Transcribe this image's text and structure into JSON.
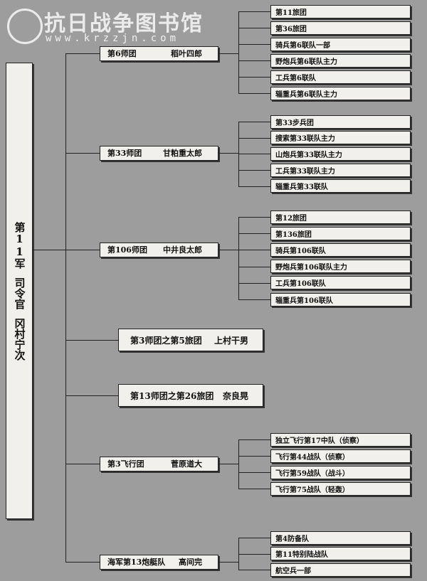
{
  "root": {
    "army": "第11军",
    "title": "司令官",
    "commander": "冈村宁次"
  },
  "units": [
    {
      "name": "第6师团",
      "commander": "稻叶四郎",
      "subs": [
        "第11旅团",
        "第36旅团",
        "骑兵第6联队一部",
        "野炮兵第6联队主力",
        "工兵第6联队",
        "辎重兵第6联队主力"
      ]
    },
    {
      "name": "第33师团",
      "commander": "甘粕重太郎",
      "subs": [
        "第33步兵团",
        "搜索第33联队主力",
        "山炮兵第33联队主力",
        "工兵第33联队主力",
        "辎重兵第33联队"
      ]
    },
    {
      "name": "第106师团",
      "commander": "中井良太郎",
      "subs": [
        "第12旅团",
        "第136旅团",
        "骑兵第106联队",
        "野炮兵第106联队主力",
        "工兵第106联队",
        "辎重兵第106联队"
      ]
    },
    {
      "name": "第3师团之第5旅团",
      "commander": "上村干男",
      "subs": []
    },
    {
      "name": "第13师团之第26旅团",
      "commander": "奈良晃",
      "subs": []
    },
    {
      "name": "第3飞行团",
      "commander": "菅原道大",
      "subs": [
        "独立飞行第17中队（侦察）",
        "飞行第44战队（侦察）",
        "飞行第59战队（战斗）",
        "飞行第75战队（轻轰）"
      ]
    },
    {
      "name": "海军第13炮艇队",
      "commander": "高间完",
      "subs": [
        "第4防备队",
        "第11特别陆战队",
        "航空兵一部"
      ]
    }
  ],
  "watermark": {
    "text": "抗日战争图书馆",
    "url": "www.krzzjn.com"
  }
}
